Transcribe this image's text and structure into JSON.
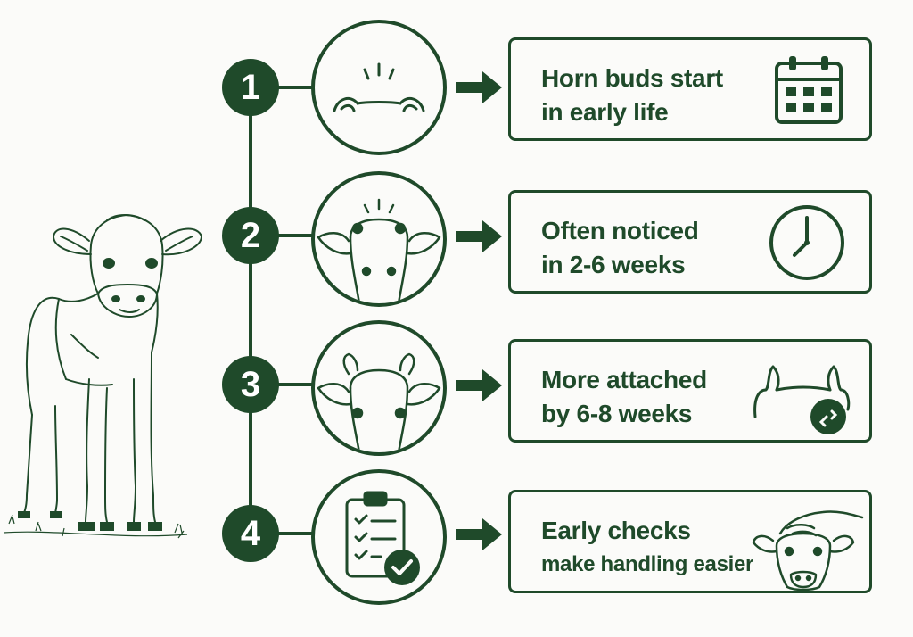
{
  "steps": [
    {
      "number": "1",
      "line1": "Horn buds start",
      "line2": "in early life",
      "icon": "calendar-icon",
      "illustration": "horn-bud-icon"
    },
    {
      "number": "2",
      "line1": "Often noticed",
      "line2": "in 2-6 weeks",
      "icon": "clock-icon",
      "illustration": "calf-head-small-buds"
    },
    {
      "number": "3",
      "line1": "More attached",
      "line2": "by 6-8 weeks",
      "icon": "attached-horns-link-icon",
      "illustration": "calf-head-horns"
    },
    {
      "number": "4",
      "line1": "Early checks",
      "line2": "make handling easier",
      "icon": "hand-petting-calf-icon",
      "illustration": "checklist-icon"
    }
  ],
  "colors": {
    "accent": "#1f4a2a",
    "background": "#fbfbf9"
  }
}
